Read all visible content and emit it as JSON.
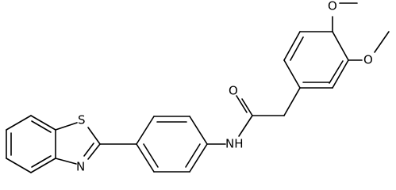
{
  "molecule": {
    "atom_labels": {
      "sulfur": "S",
      "thiazole_nitrogen": "N",
      "amide_nh": "NH",
      "carbonyl_oxygen": "O",
      "methoxy_oxygen_upper": "O",
      "methoxy_oxygen_lower": "O"
    },
    "colors": {
      "bond": "#000000",
      "label": "#000000",
      "background": "#ffffff"
    }
  }
}
